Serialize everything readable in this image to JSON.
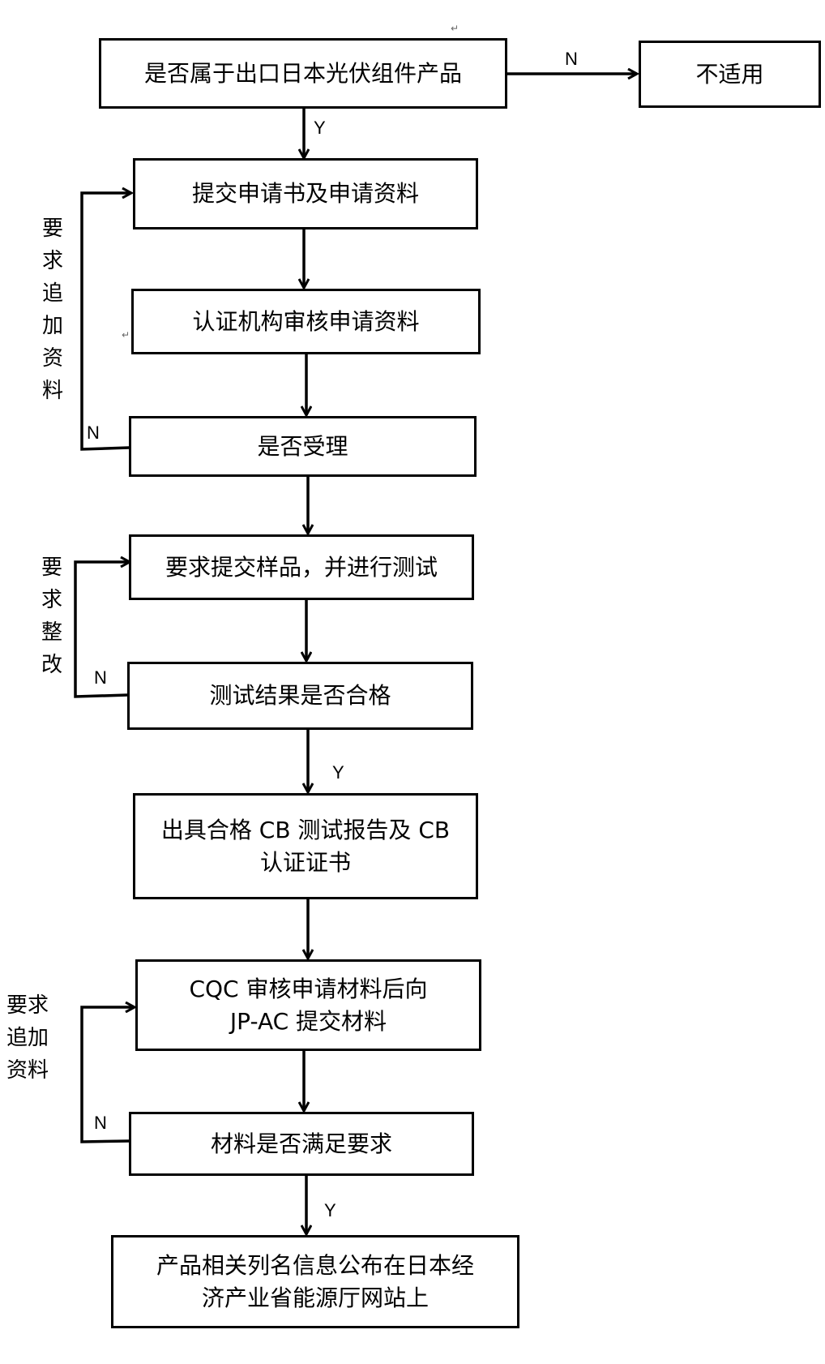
{
  "nodes": {
    "q_export": "是否属于出口日本光伏组件产品",
    "not_applicable": "不适用",
    "submit_application": "提交申请书及申请资料",
    "review_application": "认证机构审核申请资料",
    "accept": "是否受理",
    "submit_samples": "要求提交样品，并进行测试",
    "test_pass": "测试结果是否合格",
    "issue_cb_line1": "出具合格 CB 测试报告及 CB",
    "issue_cb_line2": "认证证书",
    "cqc_submit_line1": "CQC 审核申请材料后向",
    "cqc_submit_line2": "JP-AC 提交材料",
    "materials_ok": "材料是否满足要求",
    "publish_line1": "产品相关列名信息公布在日本经",
    "publish_line2": "济产业省能源厅网站上"
  },
  "edge_labels": {
    "yes": "Y",
    "no": "N"
  },
  "side_notes": {
    "add_materials_1": [
      "要",
      "求",
      "追",
      "加",
      "资",
      "料"
    ],
    "rectify": [
      "要",
      "求",
      "整",
      "改"
    ],
    "add_materials_2": [
      "要求",
      "追加",
      "资料"
    ]
  },
  "paragraph_mark": "↵"
}
